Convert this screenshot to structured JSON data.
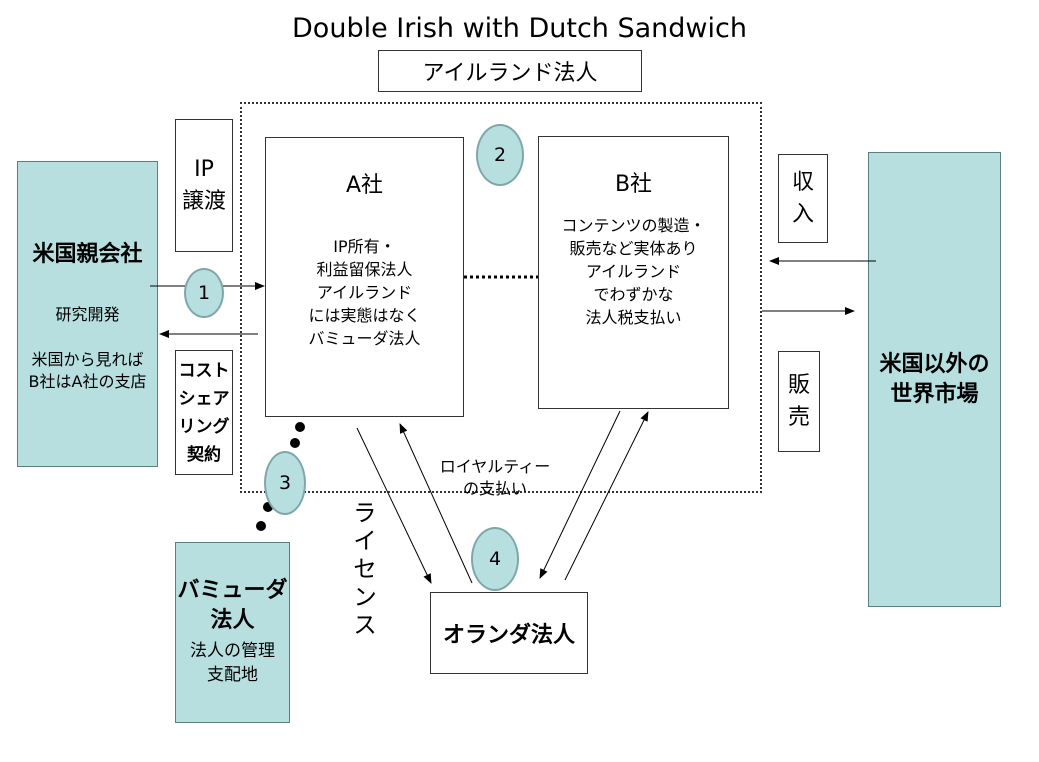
{
  "title": "Double Irish with Dutch Sandwich",
  "ireland_label": "アイルランド法人",
  "us_parent": {
    "title": "米国親会社",
    "line1": "研究開発",
    "line2": "米国から見れば\nB社はA社の支店"
  },
  "ip_transfer": "IP\n譲渡",
  "cost_sharing": "コスト\nシェア\nリング\n契約",
  "company_a": {
    "title": "A社",
    "body": "IP所有・\n利益留保法人\nアイルランド\nには実態はなく\nバミューダ法人"
  },
  "company_b": {
    "title": "B社",
    "body": "コンテンツの製造・\n販売など実体あり\nアイルランド\nでわずかな\n法人税支払い"
  },
  "revenue": "収\n入",
  "sales": "販\n売",
  "world_market": "米国以外の\n世界市場",
  "royalty": "ロイヤルティー\nの支払い",
  "license": "ライセンス",
  "netherlands": "オランダ法人",
  "bermuda": {
    "title": "バミューダ\n法人",
    "body": "法人の管理\n支配地"
  },
  "markers": [
    "1",
    "2",
    "3",
    "4"
  ]
}
